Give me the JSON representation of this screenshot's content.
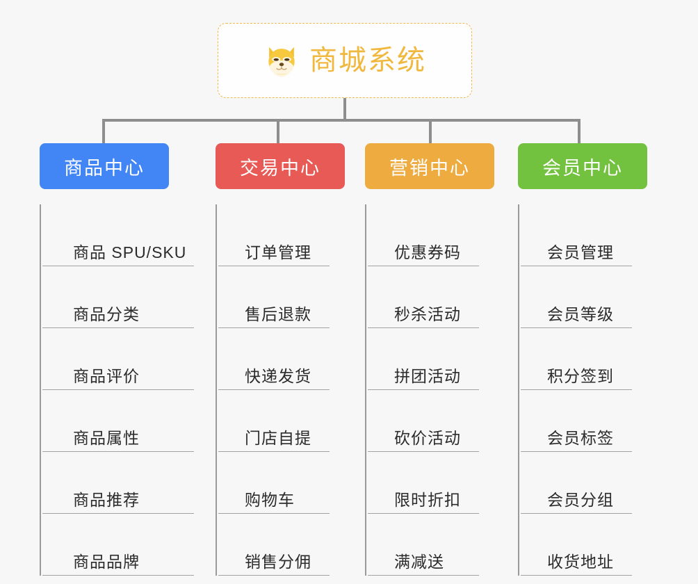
{
  "background_color": "#f7f7f7",
  "root": {
    "title": "商城系统",
    "icon": "shiba-dog-icon",
    "text_color": "#f0b83f",
    "border_color": "#f0b849"
  },
  "connector_color": "#8e8e8e",
  "branches": [
    {
      "label": "商品中心",
      "color": "#4285f4",
      "items": [
        "商品 SPU/SKU",
        "商品分类",
        "商品评价",
        "商品属性",
        "商品推荐",
        "商品品牌"
      ]
    },
    {
      "label": "交易中心",
      "color": "#e85a56",
      "items": [
        "订单管理",
        "售后退款",
        "快递发货",
        "门店自提",
        "购物车",
        "销售分佣"
      ]
    },
    {
      "label": "营销中心",
      "color": "#eeab40",
      "items": [
        "优惠券码",
        "秒杀活动",
        "拼团活动",
        "砍价活动",
        "限时折扣",
        "满减送"
      ]
    },
    {
      "label": "会员中心",
      "color": "#73c23f",
      "items": [
        "会员管理",
        "会员等级",
        "积分签到",
        "会员标签",
        "会员分组",
        "收货地址"
      ]
    }
  ]
}
